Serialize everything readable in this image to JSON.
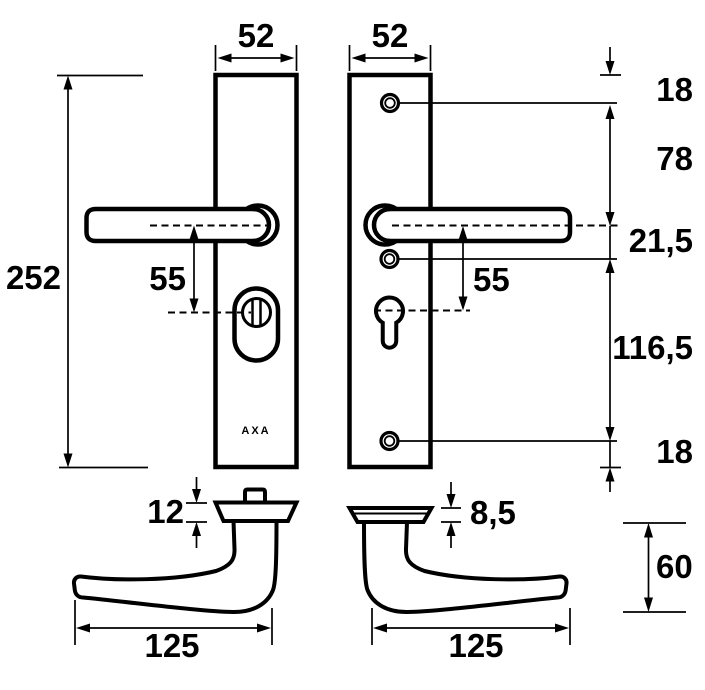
{
  "brand_label": "AXA",
  "colors": {
    "line": "#000000",
    "background": "#ffffff"
  },
  "dimensions": {
    "left_plate_width": "52",
    "right_plate_width": "52",
    "plate_height": "252",
    "left_handle_to_cylinder": "55",
    "right_handle_to_keyhole": "55",
    "top_edge_to_top_hole": "18",
    "top_hole_to_handle_axis": "78",
    "handle_axis_to_mid_hole": "21,5",
    "mid_hole_to_bottom_hole": "116,5",
    "bottom_hole_to_bottom_edge": "18",
    "left_rose_thickness": "12",
    "right_rose_thickness": "8,5",
    "left_handle_length": "125",
    "right_handle_length": "125",
    "handle_projection": "60"
  }
}
